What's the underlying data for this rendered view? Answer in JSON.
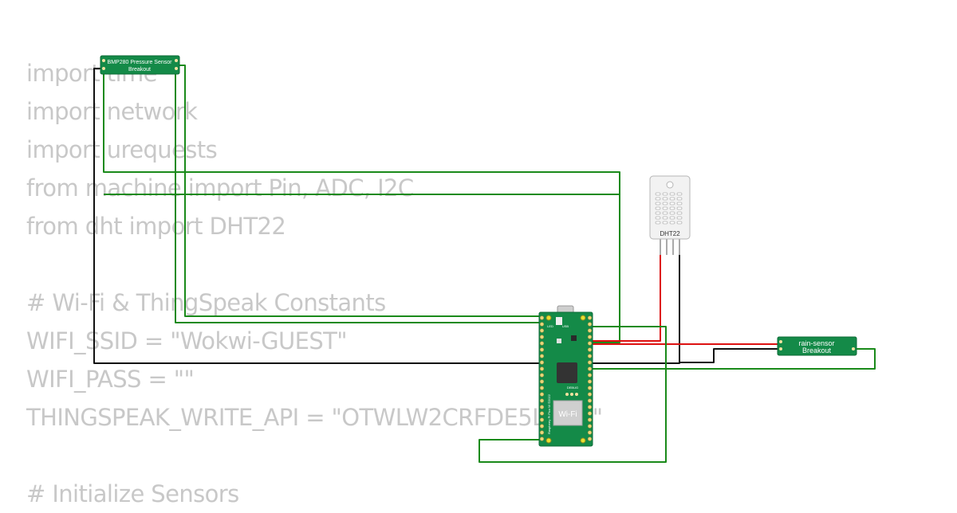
{
  "code_lines": [
    "import time",
    "import network",
    "import urequests",
    "from machine import Pin, ADC, I2C",
    "from dht import DHT22",
    "",
    "# Wi-Fi & ThingSpeak Constants",
    "WIFI_SSID = \"Wokwi-GUEST\"",
    "WIFI_PASS = \"\"",
    "THINGSPEAK_WRITE_API = \"OTWLW2CRFDE5LMFR\"",
    "",
    "# Initialize Sensors"
  ],
  "components": {
    "bmp280": {
      "label_line1": "BMP280 Pressure Sensor",
      "label_line2": "Breakout"
    },
    "dht22": {
      "label": "DHT22"
    },
    "rain_sensor": {
      "label_line1": "rain-sensor",
      "label_line2": "Breakout"
    },
    "pico": {
      "wifi_label": "Wi-Fi",
      "board_text": "Raspberry Pi Pico W ©2022",
      "debug_label": "DEBUG",
      "usb_label": "USB",
      "led_label": "LED"
    }
  },
  "colors": {
    "wire_green": "#1a8a1a",
    "wire_black": "#111111",
    "wire_red": "#dd1111",
    "board_green": "#148a48",
    "code_text": "#c8c8c8"
  }
}
